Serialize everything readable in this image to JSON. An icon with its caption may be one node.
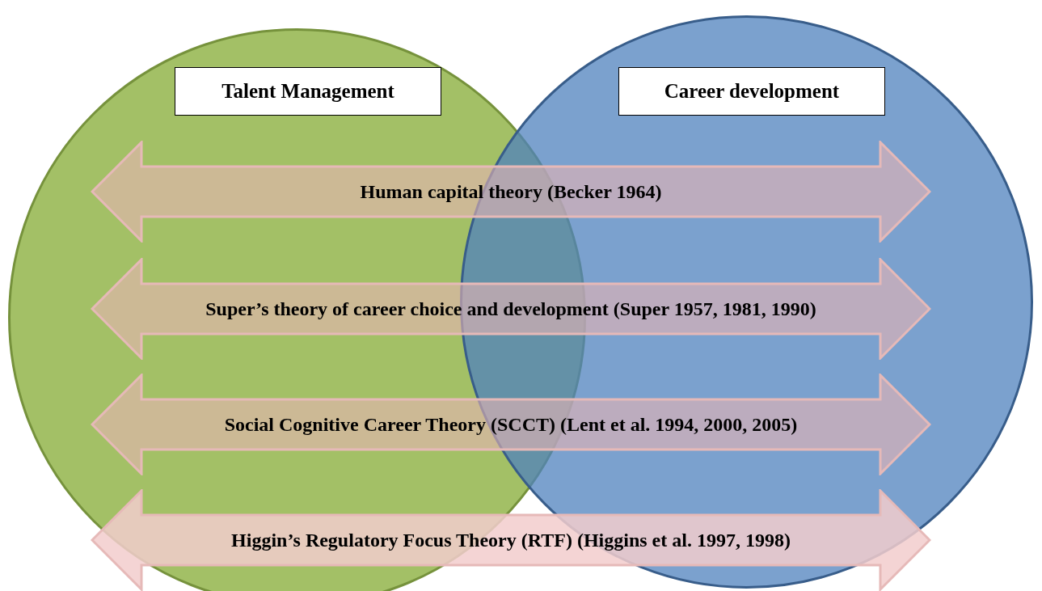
{
  "diagram": {
    "nodes": [
      {
        "text": [],
        "shape": "circle"
      },
      {
        "text": [
          "Talent Management"
        ],
        "in": 0
      },
      {
        "text": [],
        "shape": "circle"
      },
      {
        "text": [
          "Career development"
        ],
        "in": 2
      },
      {
        "text": [
          "Human capital theory (Becker 1964)"
        ]
      },
      {
        "text": [
          "Super’s theory of career choice and development (Super 1957, 1981, 1990)"
        ]
      },
      {
        "text": [
          "Social Cognitive Career Theory (SCCT) (Lent et al. 1994, 2000, 2005)"
        ]
      },
      {
        "text": [
          "Higgin’s Regulatory Focus Theory (RTF) (Higgins et al. 1997, 1998)"
        ]
      }
    ],
    "edges": []
  }
}
